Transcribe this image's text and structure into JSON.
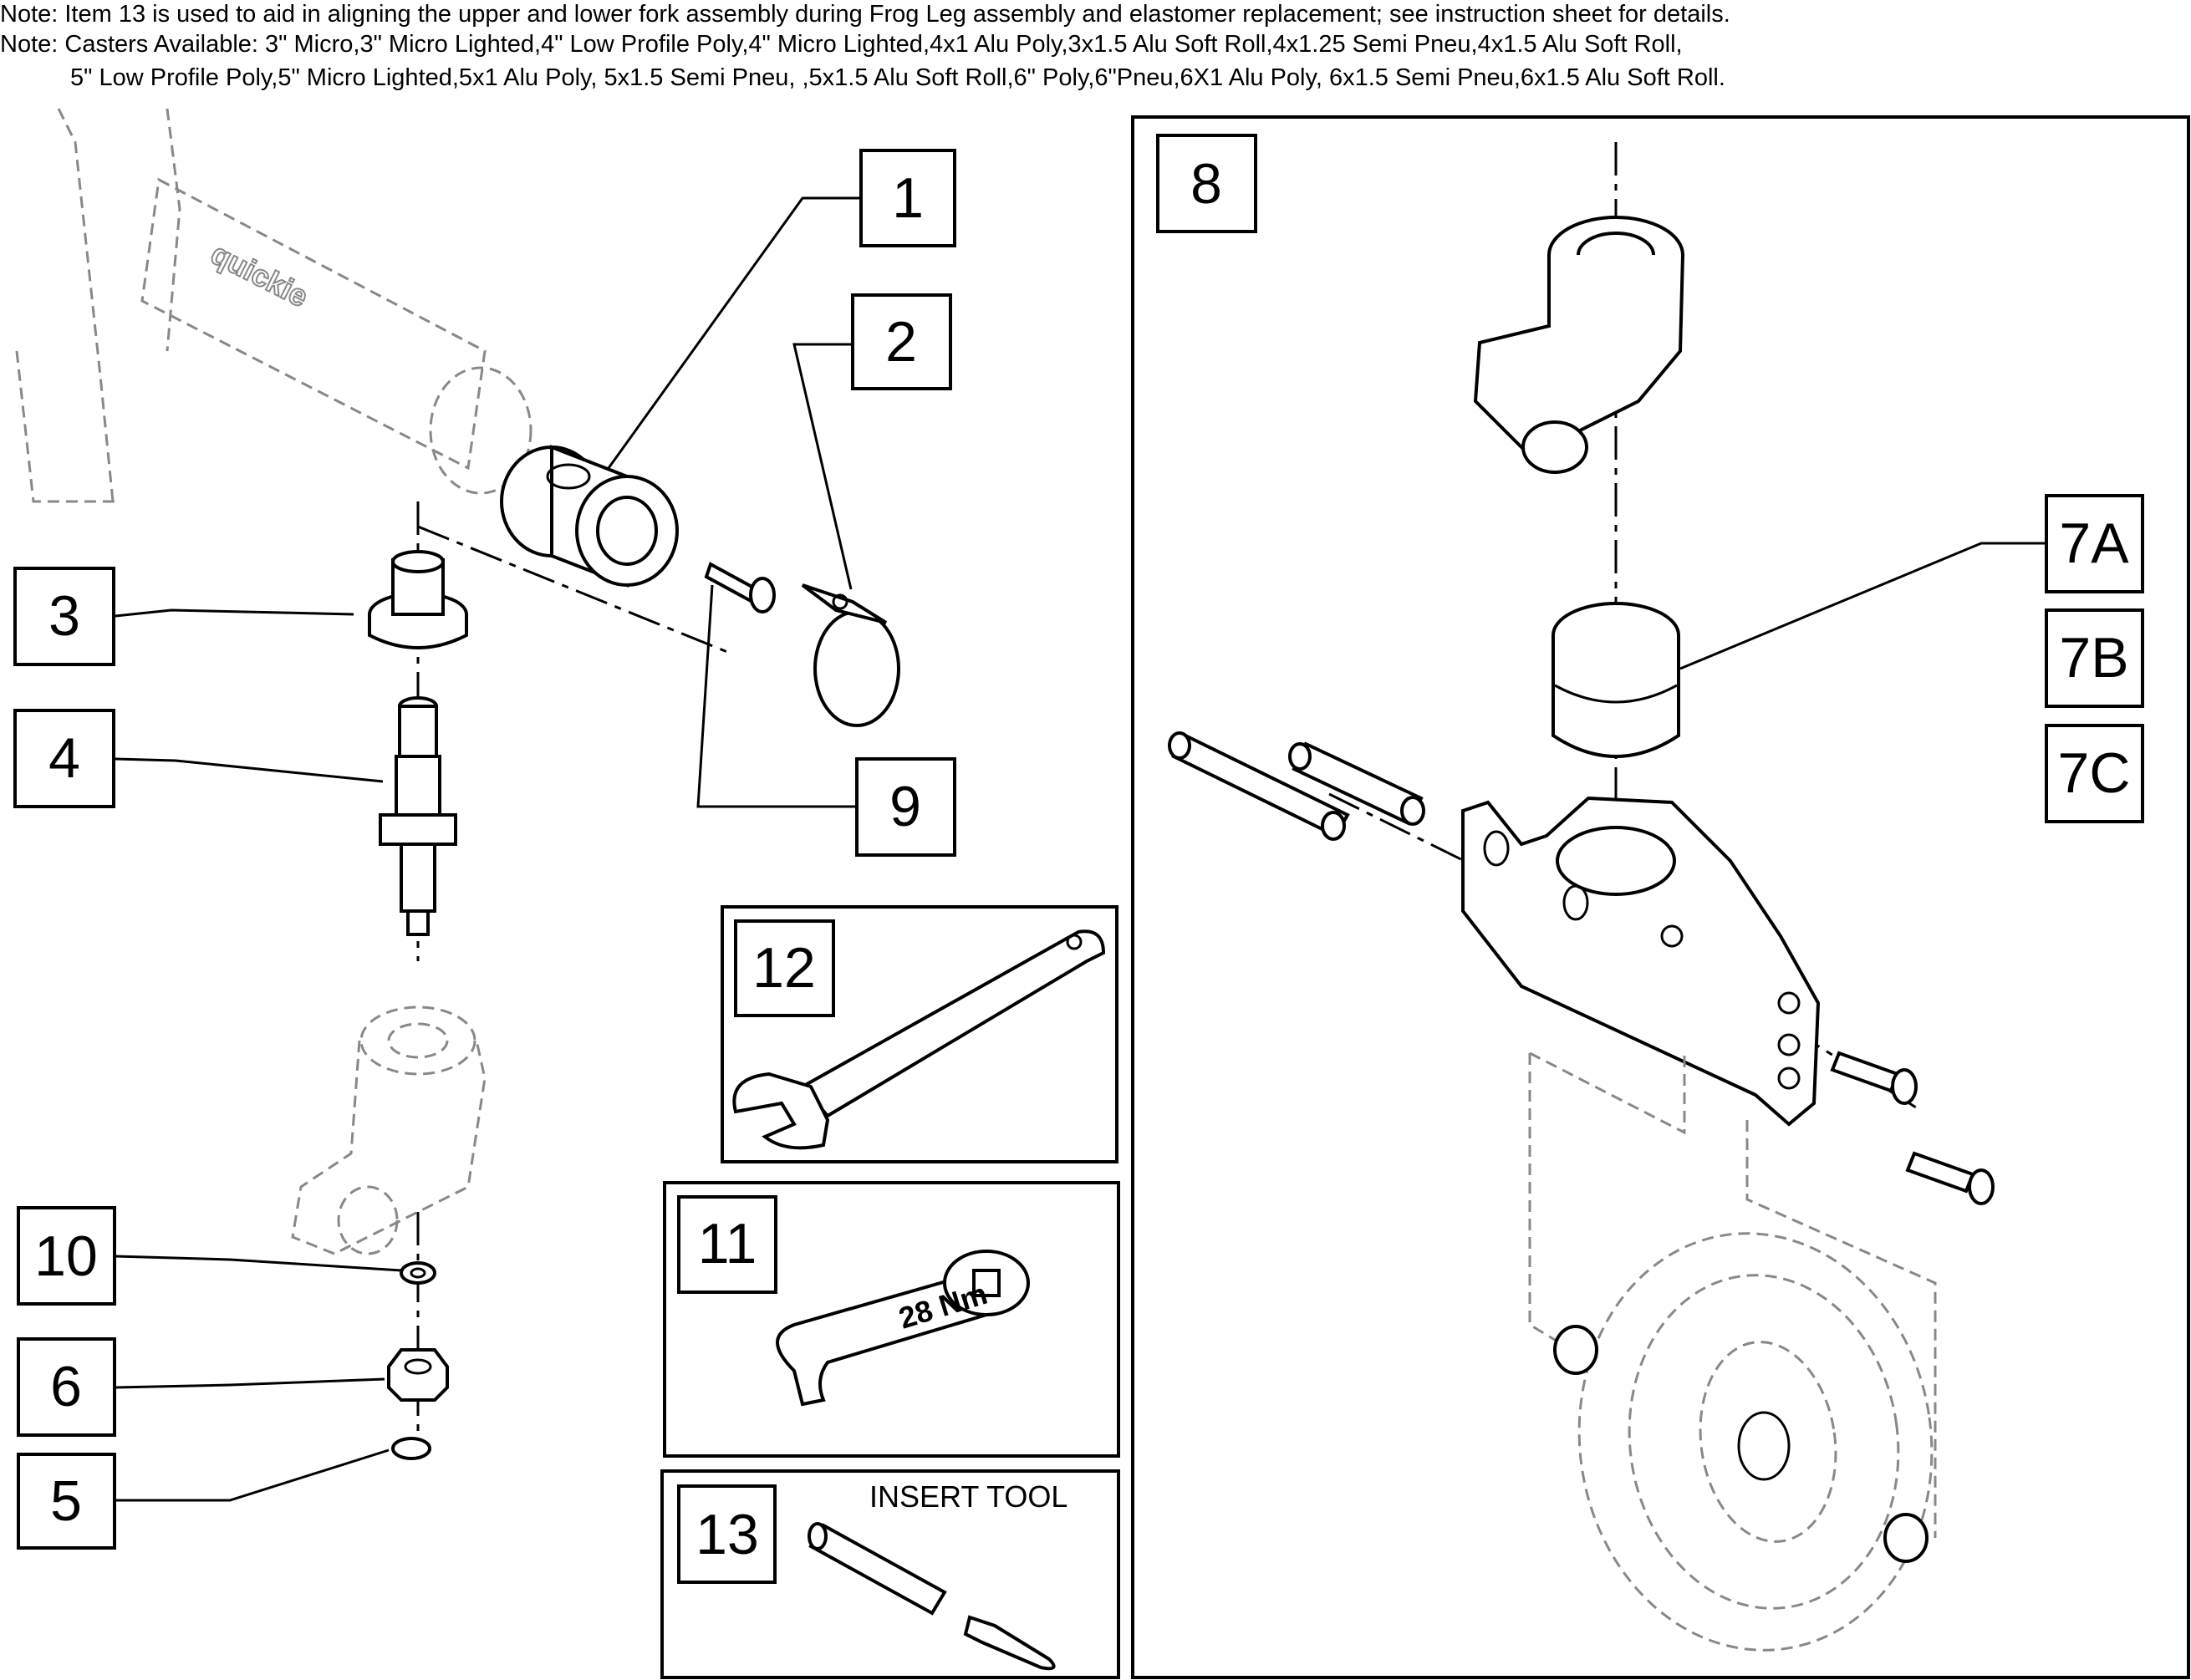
{
  "notes": {
    "line1": "Note: Item 13 is used to aid in aligning the upper and lower fork assembly during Frog Leg assembly and elastomer replacement; see instruction sheet for details.",
    "line2": "Note: Casters Available: 3\" Micro,3\" Micro Lighted,4\" Low Profile Poly,4\" Micro Lighted,4x1 Alu Poly,3x1.5 Alu Soft Roll,4x1.25 Semi Pneu,4x1.5 Alu Soft Roll,",
    "line3": "5\" Low Profile Poly,5\" Micro Lighted,5x1 Alu Poly, 5x1.5 Semi Pneu, ,5x1.5 Alu Soft Roll,6\" Poly,6\"Pneu,6X1 Alu Poly, 6x1.5 Semi Pneu,6x1.5 Alu Soft Roll."
  },
  "callouts": {
    "c1": "1",
    "c2": "2",
    "c3": "3",
    "c4": "4",
    "c5": "5",
    "c6": "6",
    "c7a": "7A",
    "c7b": "7B",
    "c7c": "7C",
    "c8": "8",
    "c9": "9",
    "c10": "10",
    "c11": "11",
    "c12": "12",
    "c13": "13"
  },
  "tool_text": {
    "insert_tool": "INSERT TOOL",
    "torque_mark": "28 Nm"
  },
  "logo_text": "quickie"
}
